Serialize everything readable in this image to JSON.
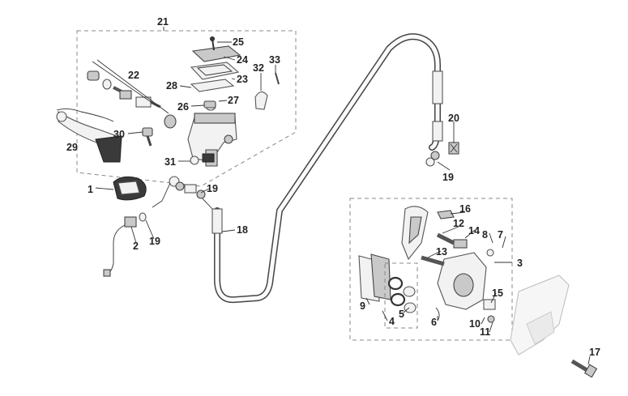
{
  "labels": {
    "n1": "1",
    "n2": "2",
    "n3": "3",
    "n4": "4",
    "n5": "5",
    "n6": "6",
    "n7": "7",
    "n8": "8",
    "n9": "9",
    "n10": "10",
    "n11": "11",
    "n12": "12",
    "n13": "13",
    "n14": "14",
    "n15": "15",
    "n16": "16",
    "n17": "17",
    "n18": "18",
    "n19a": "19",
    "n19b": "19",
    "n19c": "19",
    "n20": "20",
    "n21": "21",
    "n22": "22",
    "n23": "23",
    "n24": "24",
    "n25": "25",
    "n26": "26",
    "n27": "27",
    "n28": "28",
    "n29": "29",
    "n30": "30",
    "n31": "31",
    "n32": "32",
    "n33": "33"
  },
  "colors": {
    "line": "#333333",
    "part_fill": "#f2f2f2",
    "part_dark": "#3a3a3a",
    "group_border": "#888888"
  }
}
